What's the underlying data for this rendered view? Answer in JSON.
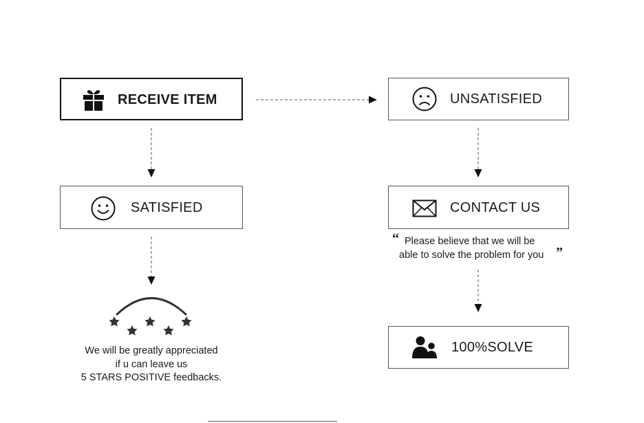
{
  "steps": {
    "receive": {
      "label": "RECEIVE ITEM",
      "icon": "gift-icon"
    },
    "unsatisfied": {
      "label": "UNSATISFIED",
      "icon": "sad-face-icon"
    },
    "satisfied": {
      "label": "SATISFIED",
      "icon": "smile-face-icon"
    },
    "contact": {
      "label": "CONTACT US",
      "icon": "envelope-icon"
    },
    "solve": {
      "label": "100%SOLVE",
      "icon": "people-icon"
    }
  },
  "contact_note": {
    "open_quote": "“",
    "line1": "Please believe that we will be",
    "line2": "able to solve the problem for you",
    "close_quote": "”"
  },
  "feedback_note": {
    "line1": "We will be greatly appreciated",
    "line2": "if u can leave us",
    "line3": "5 STARS POSITIVE feedbacks."
  },
  "rating": {
    "icon": "star-icon",
    "stars": 5
  },
  "colors": {
    "stroke": "#555555",
    "ink": "#1a1a1a",
    "strong_border": "#111111"
  }
}
